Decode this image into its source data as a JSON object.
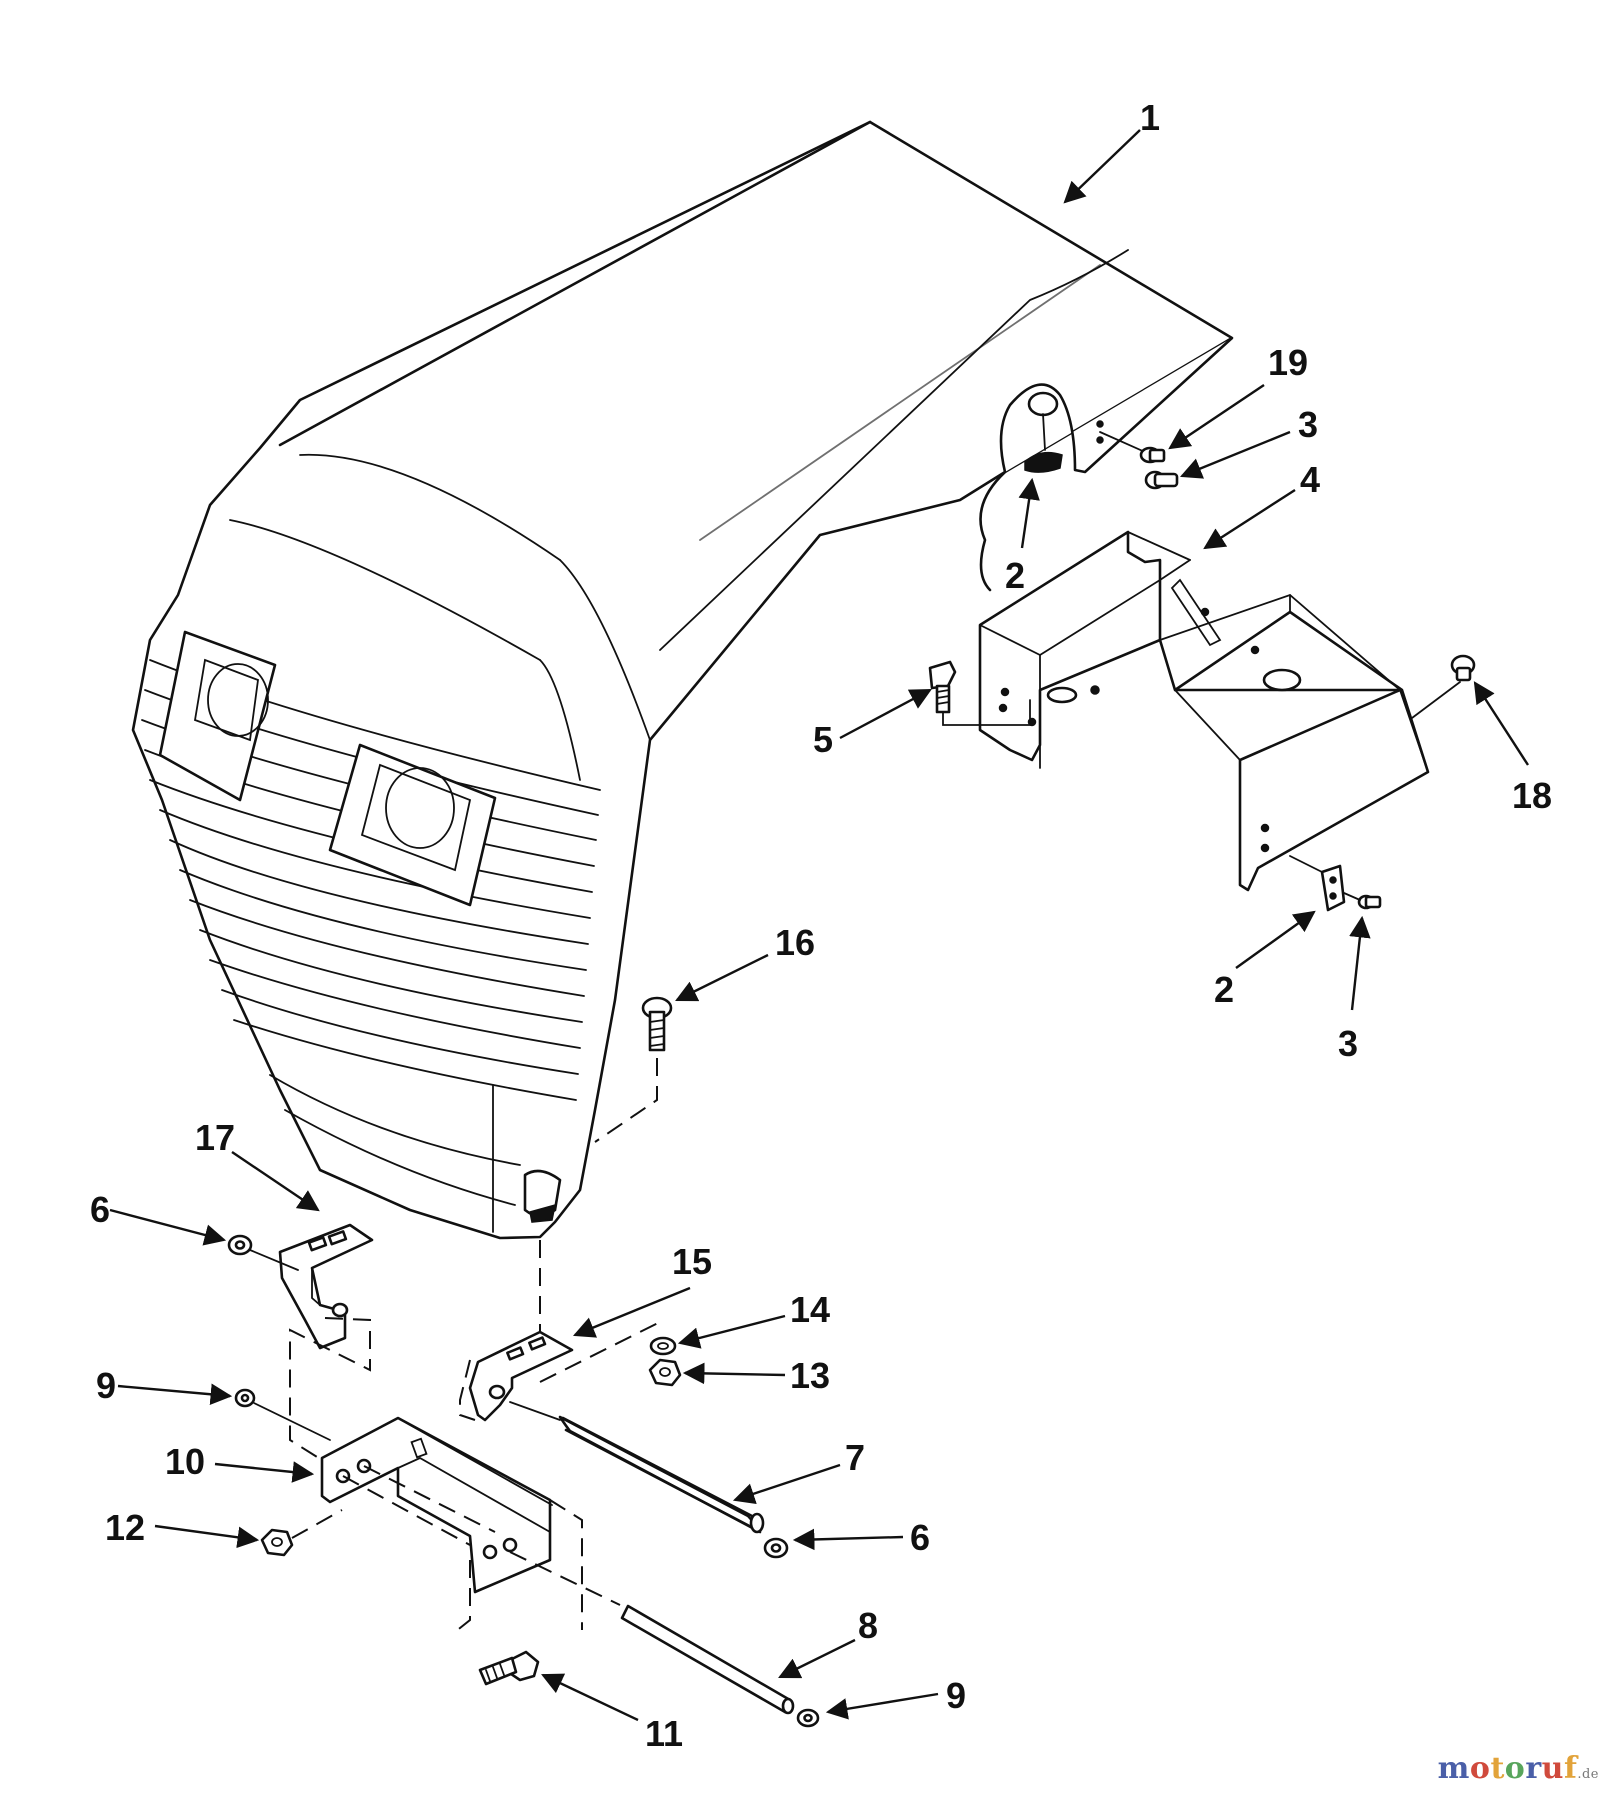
{
  "diagram": {
    "callouts": [
      {
        "id": "c1",
        "label": "1"
      },
      {
        "id": "c19",
        "label": "19"
      },
      {
        "id": "c3a",
        "label": "3"
      },
      {
        "id": "c4",
        "label": "4"
      },
      {
        "id": "c2a",
        "label": "2"
      },
      {
        "id": "c5",
        "label": "5"
      },
      {
        "id": "c18",
        "label": "18"
      },
      {
        "id": "c2b",
        "label": "2"
      },
      {
        "id": "c3b",
        "label": "3"
      },
      {
        "id": "c16",
        "label": "16"
      },
      {
        "id": "c17",
        "label": "17"
      },
      {
        "id": "c6a",
        "label": "6"
      },
      {
        "id": "c15",
        "label": "15"
      },
      {
        "id": "c14",
        "label": "14"
      },
      {
        "id": "c13",
        "label": "13"
      },
      {
        "id": "c9a",
        "label": "9"
      },
      {
        "id": "c7",
        "label": "7"
      },
      {
        "id": "c10",
        "label": "10"
      },
      {
        "id": "c12",
        "label": "12"
      },
      {
        "id": "c6b",
        "label": "6"
      },
      {
        "id": "c8",
        "label": "8"
      },
      {
        "id": "c9b",
        "label": "9"
      },
      {
        "id": "c11",
        "label": "11"
      }
    ]
  },
  "watermark": {
    "text": "motoruf",
    "suffix": ".de",
    "colors": [
      "#4a5fa8",
      "#d04a3c",
      "#e2a33a",
      "#58a55c"
    ]
  }
}
